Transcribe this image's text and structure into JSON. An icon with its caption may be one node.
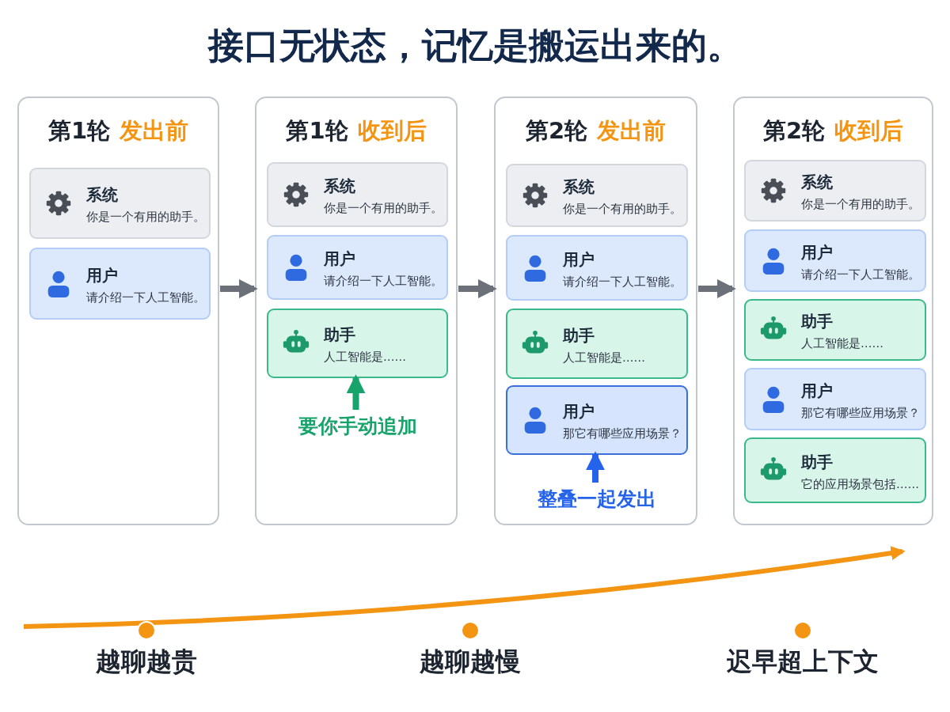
{
  "diagram": {
    "title": "接口无状态，记忆是搬运出来的。",
    "nodes": [
      {
        "text": [
          "第1轮",
          "发出前"
        ]
      },
      {
        "text": [
          "系统",
          "你是一个有用的助手。"
        ],
        "in": 0
      },
      {
        "text": [
          "用户",
          "请介绍一下人工智能。"
        ],
        "in": 0
      },
      {
        "text": [
          "第1轮",
          "收到后"
        ]
      },
      {
        "text": [
          "系统",
          "你是一个有用的助手。"
        ],
        "in": 3
      },
      {
        "text": [
          "用户",
          "请介绍一下人工智能。"
        ],
        "in": 3
      },
      {
        "text": [
          "助手",
          "人工智能是……"
        ],
        "in": 3
      },
      {
        "text": [
          "第2轮",
          "发出前"
        ]
      },
      {
        "text": [
          "系统",
          "你是一个有用的助手。"
        ],
        "in": 7
      },
      {
        "text": [
          "用户",
          "请介绍一下人工智能。"
        ],
        "in": 7
      },
      {
        "text": [
          "助手",
          "人工智能是……"
        ],
        "in": 7
      },
      {
        "text": [
          "用户",
          "那它有哪些应用场景？"
        ],
        "in": 7
      },
      {
        "text": [
          "第2轮",
          "收到后"
        ]
      },
      {
        "text": [
          "系统",
          "你是一个有用的助手。"
        ],
        "in": 12
      },
      {
        "text": [
          "用户",
          "请介绍一下人工智能。"
        ],
        "in": 12
      },
      {
        "text": [
          "助手",
          "人工智能是……"
        ],
        "in": 12
      },
      {
        "text": [
          "用户",
          "那它有哪些应用场景？"
        ],
        "in": 12
      },
      {
        "text": [
          "助手",
          "它的应用场景包括……"
        ],
        "in": 12
      },
      {
        "text": [
          "要你手动追加"
        ],
        "in": 3
      },
      {
        "text": [
          "整叠一起发出"
        ],
        "in": 7
      }
    ],
    "edges": [
      {
        "from": 0,
        "to": 3,
        "arrow": "to"
      },
      {
        "from": 3,
        "to": 7,
        "arrow": "to"
      },
      {
        "from": 7,
        "to": 12,
        "arrow": "to"
      },
      {
        "from": 18,
        "to": 6,
        "arrow": "to",
        "color": "#17a36b"
      },
      {
        "from": 19,
        "to": 11,
        "arrow": "to",
        "color": "#2563eb"
      }
    ],
    "labels": [
      "越聊越贵",
      "越聊越慢",
      "迟早超上下文"
    ]
  }
}
